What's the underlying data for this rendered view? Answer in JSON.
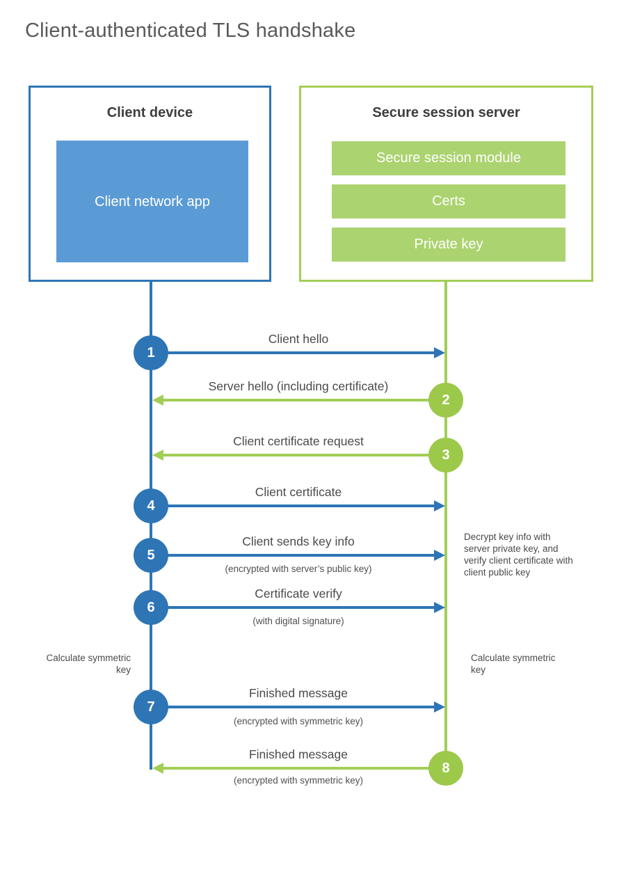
{
  "title": "Client-authenticated TLS handshake",
  "colors": {
    "blue_line": "#2e75b6",
    "blue_fill": "#5b9bd5",
    "green_line": "#a2ce56",
    "green_fill": "#abd36f",
    "text_dark": "#3d3d3d",
    "text_gray": "#4a4a4a"
  },
  "client": {
    "title": "Client device",
    "app_label": "Client network app"
  },
  "server": {
    "title": "Secure session server",
    "modules": [
      "Secure session module",
      "Certs",
      "Private key"
    ]
  },
  "steps": [
    {
      "num": "1",
      "label": "Client hello",
      "sublabel": "",
      "direction": "right",
      "from": "client"
    },
    {
      "num": "2",
      "label": "Server hello (including certificate)",
      "sublabel": "",
      "direction": "left",
      "from": "server"
    },
    {
      "num": "3",
      "label": "Client certificate request",
      "sublabel": "",
      "direction": "left",
      "from": "server"
    },
    {
      "num": "4",
      "label": "Client certificate",
      "sublabel": "",
      "direction": "right",
      "from": "client"
    },
    {
      "num": "5",
      "label": "Client sends key info",
      "sublabel": "(encrypted with server’s public key)",
      "direction": "right",
      "from": "client"
    },
    {
      "num": "6",
      "label": "Certificate verify",
      "sublabel": "(with digital signature)",
      "direction": "right",
      "from": "client"
    },
    {
      "num": "7",
      "label": "Finished message",
      "sublabel": "(encrypted with symmetric key)",
      "direction": "right",
      "from": "client"
    },
    {
      "num": "8",
      "label": "Finished message",
      "sublabel": "(encrypted with symmetric key)",
      "direction": "left",
      "from": "server"
    }
  ],
  "annotations": {
    "decrypt_note": "Decrypt key info with server private key, and verify client certificate with client public key",
    "calc_left": "Calculate symmetric key",
    "calc_right": "Calculate symmetric key"
  }
}
